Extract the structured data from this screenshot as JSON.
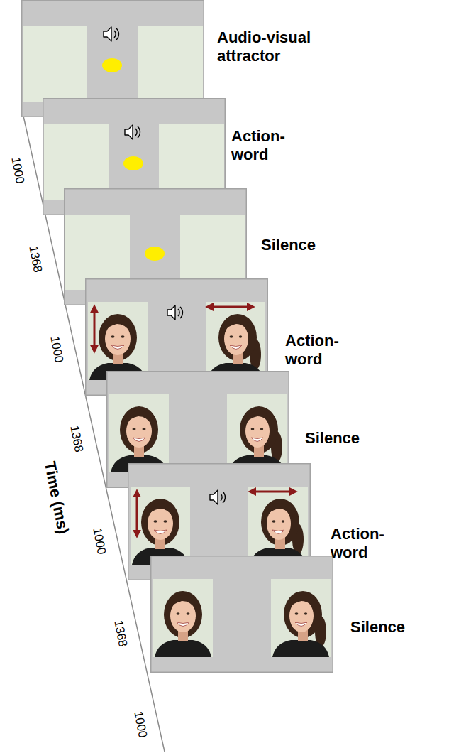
{
  "diagram": {
    "nodes": [
      {
        "text": [
          "Audio-visual attractor"
        ]
      },
      {
        "text": [
          "Action-word"
        ]
      },
      {
        "text": [
          "Silence"
        ]
      },
      {
        "text": [
          "Action-word"
        ]
      },
      {
        "text": [
          "Silence"
        ]
      },
      {
        "text": [
          "Action-word"
        ]
      },
      {
        "text": [
          "Silence"
        ]
      }
    ],
    "labels": [
      "1000",
      "1368",
      "1000",
      "1368",
      "1000",
      "1368",
      "1000",
      "Time (ms)"
    ]
  }
}
